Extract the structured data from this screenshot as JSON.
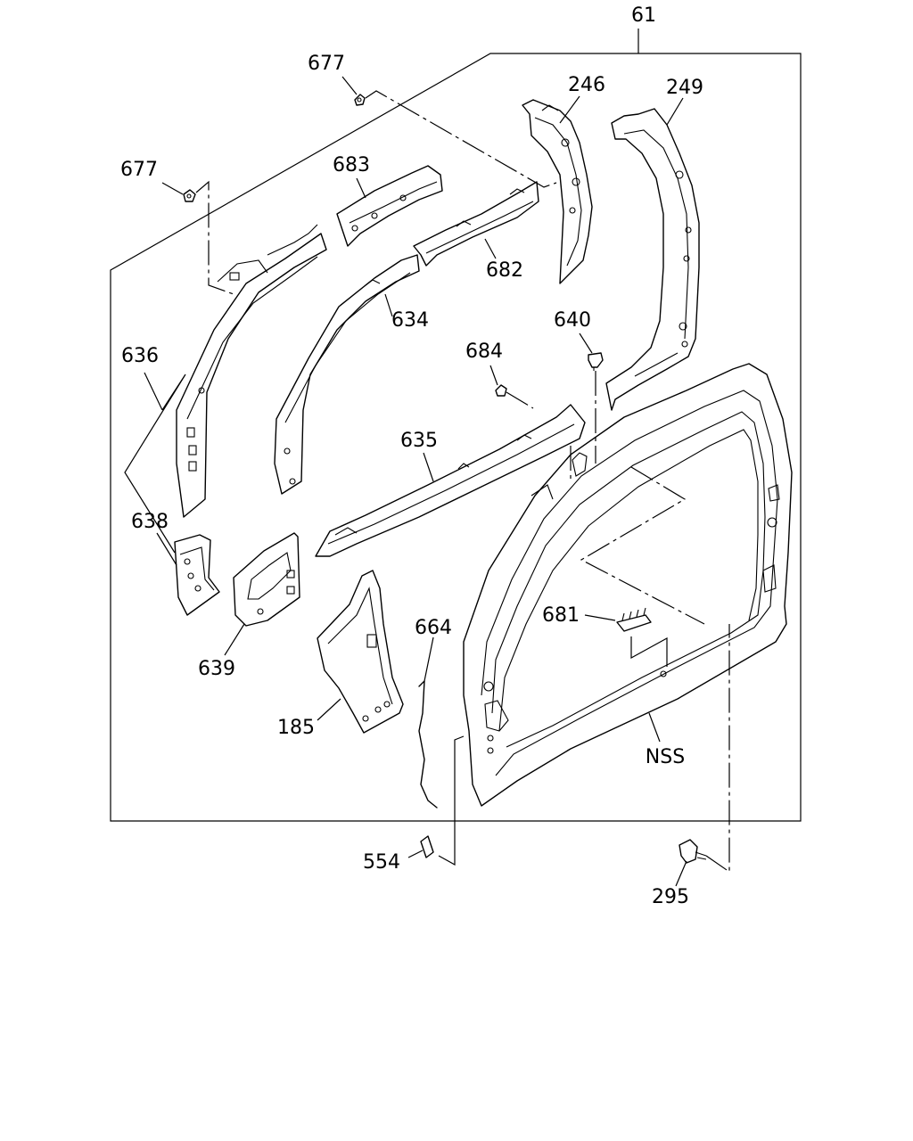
{
  "labels": {
    "assembly": "61",
    "p677a": "677",
    "p677b": "677",
    "p246": "246",
    "p249": "249",
    "p683": "683",
    "p682": "682",
    "p634": "634",
    "p636": "636",
    "p640": "640",
    "p684": "684",
    "p635": "635",
    "p638": "638",
    "p681": "681",
    "p639": "639",
    "p664": "664",
    "p185": "185",
    "nss": "NSS",
    "p554": "554",
    "p295": "295"
  }
}
